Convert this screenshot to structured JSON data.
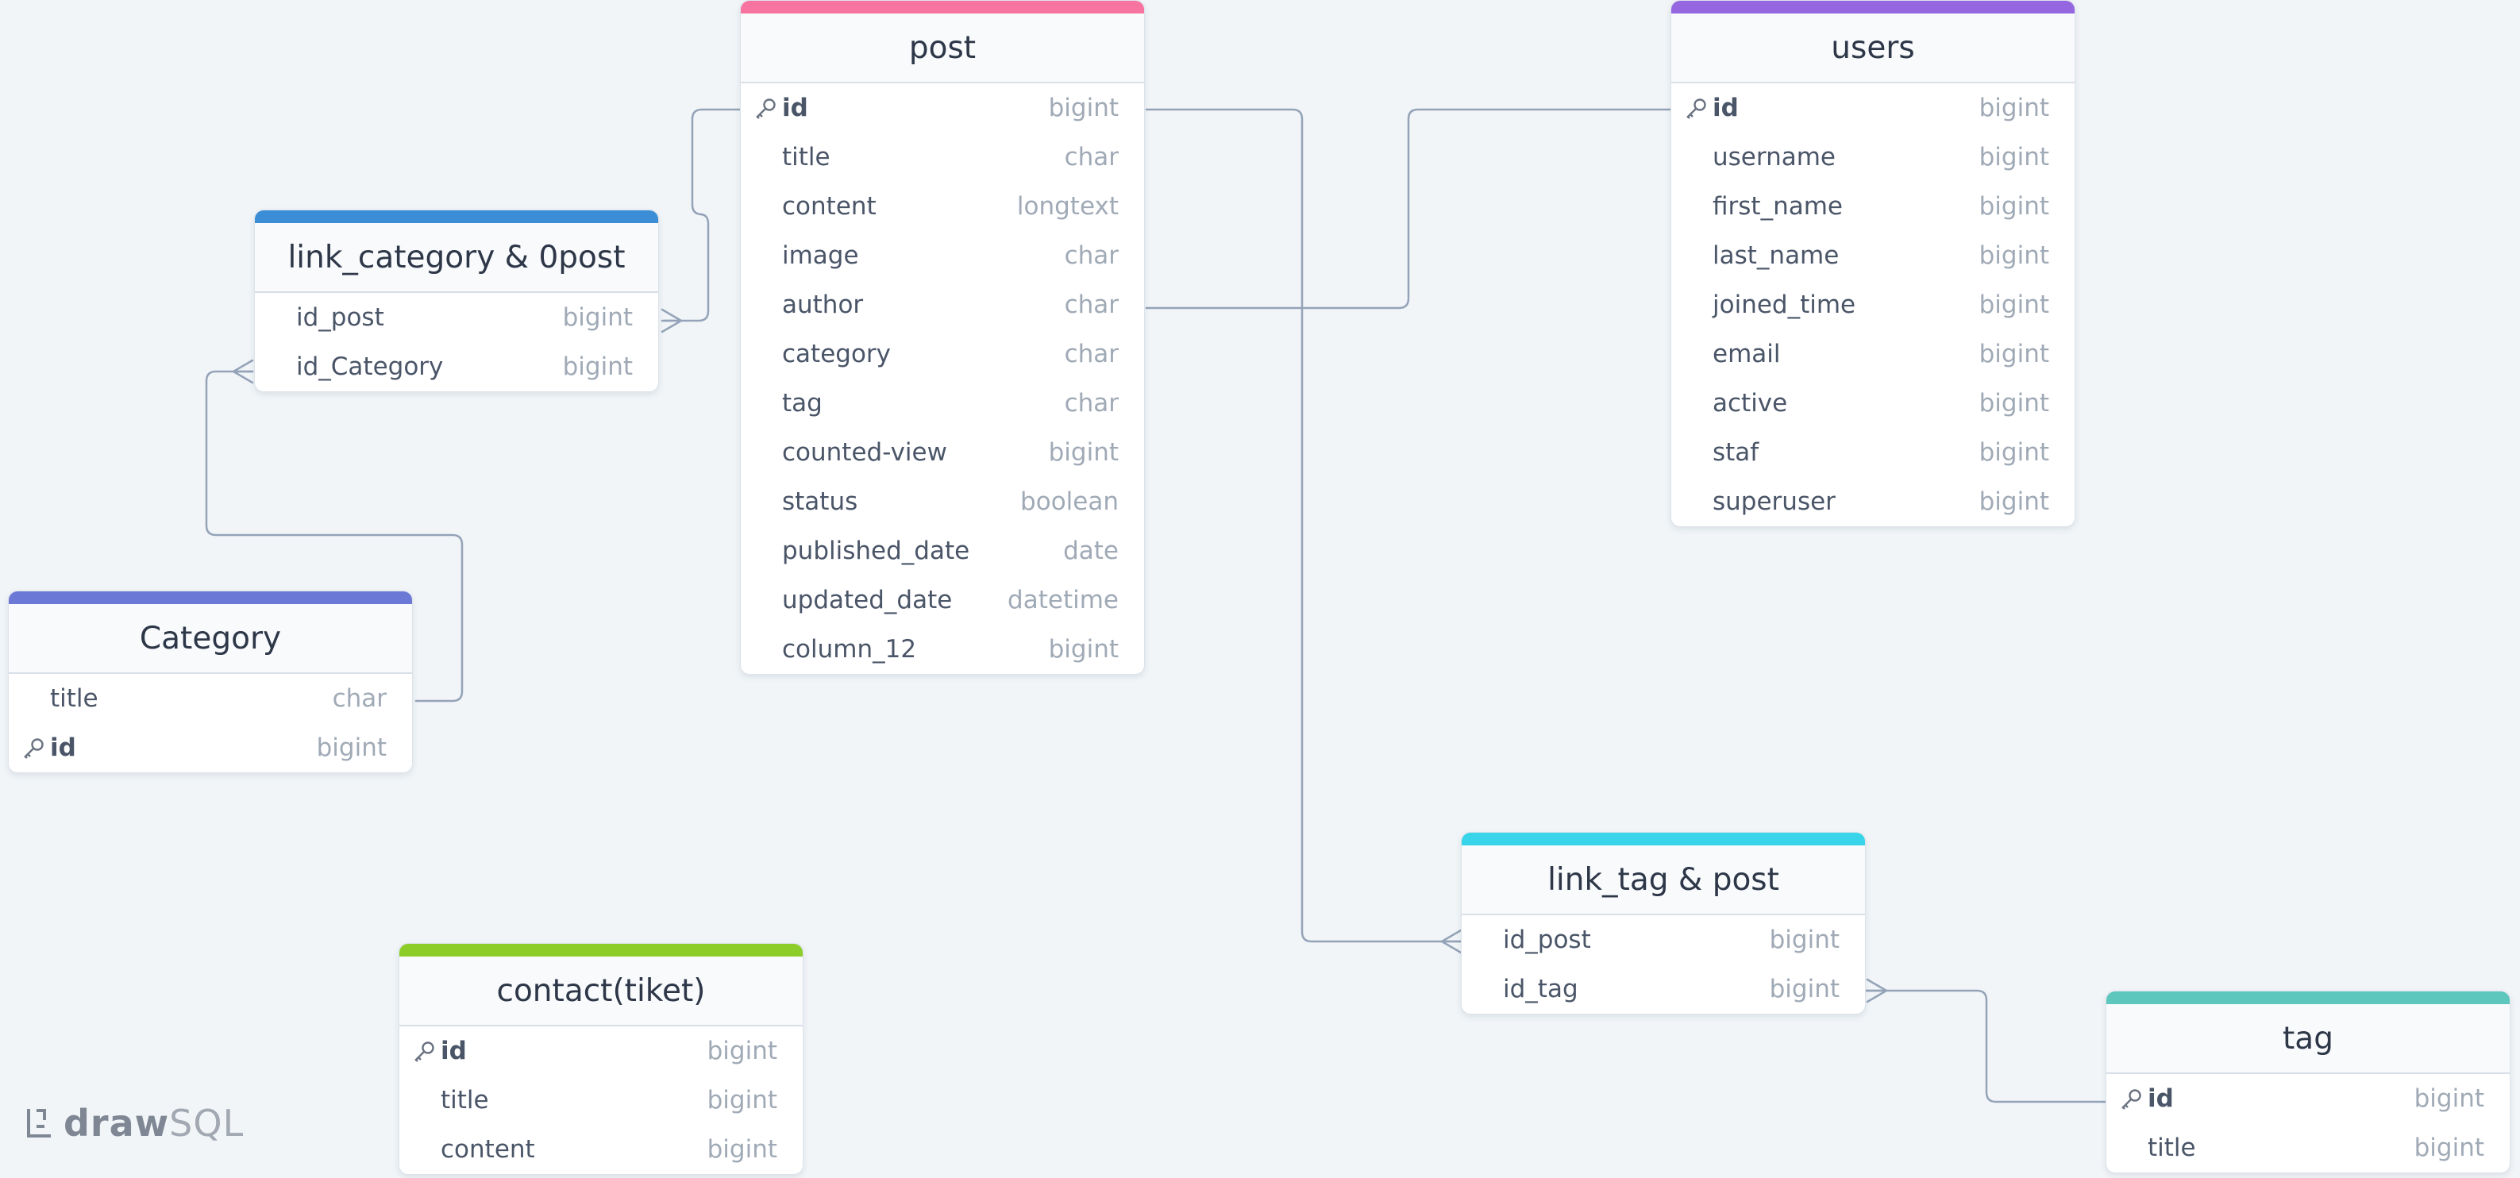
{
  "diagram": {
    "tables": [
      {
        "id": "link-category",
        "title": "link_category & 0post",
        "accent": "#3b8ed6",
        "columns": [
          {
            "name": "id_post",
            "type": "bigint",
            "pk": false
          },
          {
            "name": "id_Category",
            "type": "bigint",
            "pk": false
          }
        ]
      },
      {
        "id": "post",
        "title": "post",
        "accent": "#f774a0",
        "columns": [
          {
            "name": "id",
            "type": "bigint",
            "pk": true
          },
          {
            "name": "title",
            "type": "char",
            "pk": false
          },
          {
            "name": "content",
            "type": "longtext",
            "pk": false
          },
          {
            "name": "image",
            "type": "char",
            "pk": false
          },
          {
            "name": "author",
            "type": "char",
            "pk": false
          },
          {
            "name": "category",
            "type": "char",
            "pk": false
          },
          {
            "name": "tag",
            "type": "char",
            "pk": false
          },
          {
            "name": "counted-view",
            "type": "bigint",
            "pk": false
          },
          {
            "name": "status",
            "type": "boolean",
            "pk": false
          },
          {
            "name": "published_date",
            "type": "date",
            "pk": false
          },
          {
            "name": "updated_date",
            "type": "datetime",
            "pk": false
          },
          {
            "name": "column_12",
            "type": "bigint",
            "pk": false
          }
        ]
      },
      {
        "id": "users",
        "title": "users",
        "accent": "#9466e0",
        "columns": [
          {
            "name": "id",
            "type": "bigint",
            "pk": true
          },
          {
            "name": "username",
            "type": "bigint",
            "pk": false
          },
          {
            "name": "first_name",
            "type": "bigint",
            "pk": false
          },
          {
            "name": "last_name",
            "type": "bigint",
            "pk": false
          },
          {
            "name": "joined_time",
            "type": "bigint",
            "pk": false
          },
          {
            "name": "email",
            "type": "bigint",
            "pk": false
          },
          {
            "name": "active",
            "type": "bigint",
            "pk": false
          },
          {
            "name": "staf",
            "type": "bigint",
            "pk": false
          },
          {
            "name": "superuser",
            "type": "bigint",
            "pk": false
          }
        ]
      },
      {
        "id": "category",
        "title": "Category",
        "accent": "#6b78d6",
        "columns": [
          {
            "name": "title",
            "type": "char",
            "pk": false
          },
          {
            "name": "id",
            "type": "bigint",
            "pk": true
          }
        ]
      },
      {
        "id": "contact",
        "title": "contact(tiket)",
        "accent": "#8ccd29",
        "columns": [
          {
            "name": "id",
            "type": "bigint",
            "pk": true
          },
          {
            "name": "title",
            "type": "bigint",
            "pk": false
          },
          {
            "name": "content",
            "type": "bigint",
            "pk": false
          }
        ]
      },
      {
        "id": "link-tag",
        "title": "link_tag & post",
        "accent": "#37d4ea",
        "columns": [
          {
            "name": "id_post",
            "type": "bigint",
            "pk": false
          },
          {
            "name": "id_tag",
            "type": "bigint",
            "pk": false
          }
        ]
      },
      {
        "id": "tag",
        "title": "tag",
        "accent": "#5dc6bd",
        "columns": [
          {
            "name": "id",
            "type": "bigint",
            "pk": true
          },
          {
            "name": "title",
            "type": "bigint",
            "pk": false
          }
        ]
      }
    ]
  },
  "logo": {
    "part1": "draw",
    "part2": "SQL"
  },
  "colors": {
    "background": "#f1f5f8",
    "connector": "#94a3b8",
    "key_icon": "#6b7280"
  }
}
